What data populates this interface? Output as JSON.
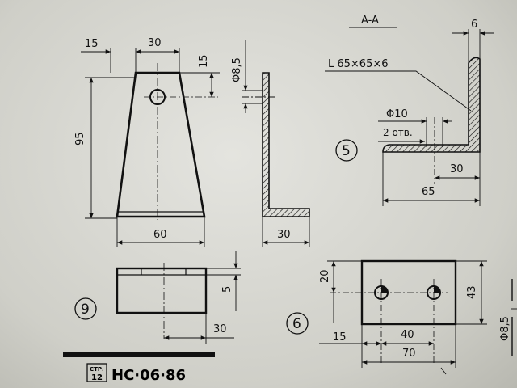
{
  "section_label": "A-A",
  "angle_profile": "L 65×65×6",
  "part_numbers": [
    "9",
    "5",
    "6"
  ],
  "part9": {
    "dim_top_left": "15",
    "dim_top_width": "30",
    "dim_hole_offset": "15",
    "dim_hole_dia": "Φ8,5",
    "dim_height": "95",
    "dim_bottom_width": "60",
    "dim_side_width": "30",
    "dim_plan_thickness": "5",
    "dim_plan_offset": "30"
  },
  "part5": {
    "dim_thickness": "6",
    "dim_hole_dia": "Φ10",
    "hole_count": "2 отв.",
    "dim_hole_pos": "30",
    "dim_leg": "65"
  },
  "part6": {
    "dim_height": "20",
    "dim_total_height": "43",
    "dim_left": "15",
    "dim_spacing": "40",
    "dim_width": "70",
    "dim_hole_dia_edge": "Φ8,5"
  },
  "footer": {
    "page_label": "СТР.",
    "page_number": "12",
    "code": "НС·06·86"
  }
}
